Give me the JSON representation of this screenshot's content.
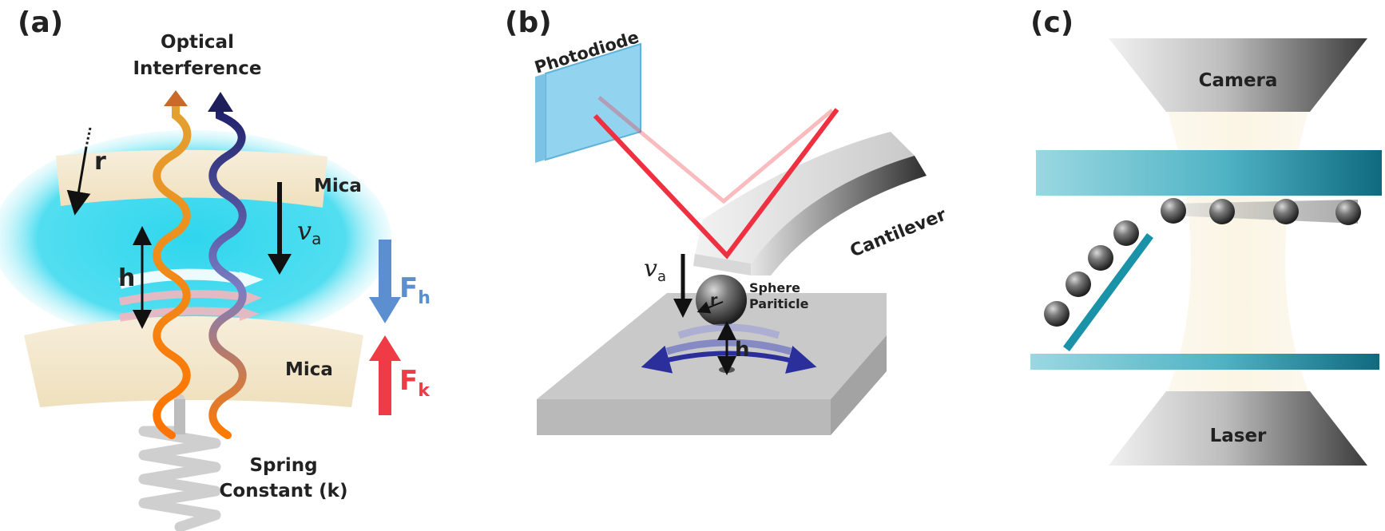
{
  "panels": {
    "a": {
      "tag": "(a)",
      "optical_line1": "Optical",
      "optical_line2": "Interference",
      "r": "r",
      "mica_top": "Mica",
      "mica_bottom": "Mica",
      "h": "h",
      "v": "v",
      "v_sub": "a",
      "fh": "F",
      "fh_sub": "h",
      "fk": "F",
      "fk_sub": "k",
      "spring_line1": "Spring",
      "spring_line2": "Constant (k)"
    },
    "b": {
      "tag": "(b)",
      "photodiode": "Photodiode",
      "cantilever": "Cantilever",
      "v": "v",
      "v_sub": "a",
      "r": "r",
      "sphere_line1": "Sphere",
      "sphere_line2": "Pariticle",
      "h": "h"
    },
    "c": {
      "tag": "(c)",
      "camera": "Camera",
      "laser": "Laser"
    }
  },
  "colors": {
    "cyan": "#33dbee",
    "mica": "#f5ead2",
    "orange": "#ff7a00",
    "indigo": "#2a2a7a",
    "red": "#ee3b46",
    "blue_arrow": "#5b8fd0",
    "teal": "#1a93a8",
    "laser": "#ee3040"
  }
}
